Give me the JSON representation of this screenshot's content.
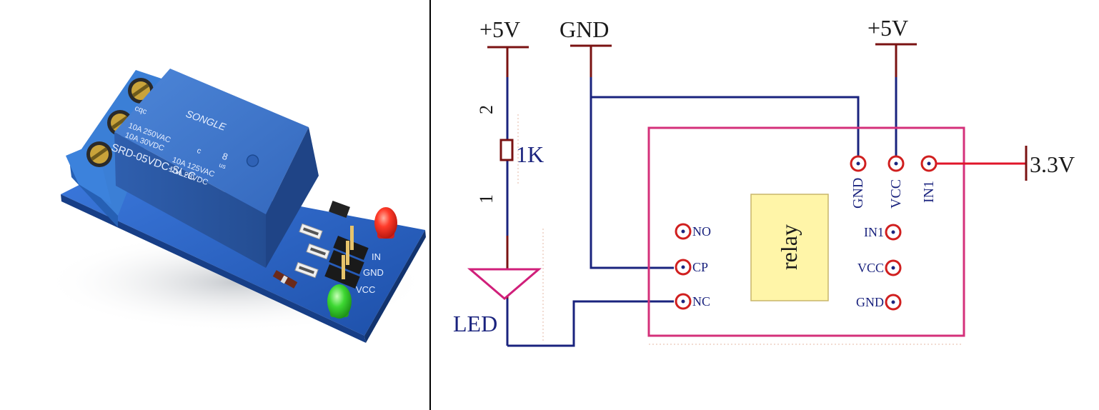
{
  "photo": {
    "relay_brand": "SONGLE",
    "cqc_mark": "cqc",
    "rating_left": [
      "10A 250VAC",
      "10A 30VDC"
    ],
    "rating_right": [
      "10A 125VAC",
      "10A 28VDC"
    ],
    "ul_mark": "c",
    "ul_us": "us",
    "ul_8": "8",
    "model": "SRD-05VDC-SL-C",
    "pin_in": "IN",
    "pin_gnd": "GND",
    "pin_vcc": "VCC"
  },
  "schematic": {
    "power_left": "+5V",
    "ground": "GND",
    "power_right": "+5V",
    "resistor_pin_top": "2",
    "resistor_value": "1K",
    "resistor_pin_bottom": "1",
    "led_label": "LED",
    "input_voltage": "3.3V",
    "relay_label": "relay",
    "top_pins": [
      "GND",
      "VCC",
      "IN1"
    ],
    "left_pins": [
      "NO",
      "CP",
      "NC"
    ],
    "right_pins": [
      "IN1",
      "VCC",
      "GND"
    ]
  },
  "colors": {
    "wire_blue": "#1a237e",
    "power_dark_red": "#7a1212",
    "board_outline": "#d4307a",
    "pin_red": "#d01f1f",
    "input_red": "#e0162a",
    "relay_fill": "#fff5a8",
    "pcb_blue": "#2a64c8"
  }
}
